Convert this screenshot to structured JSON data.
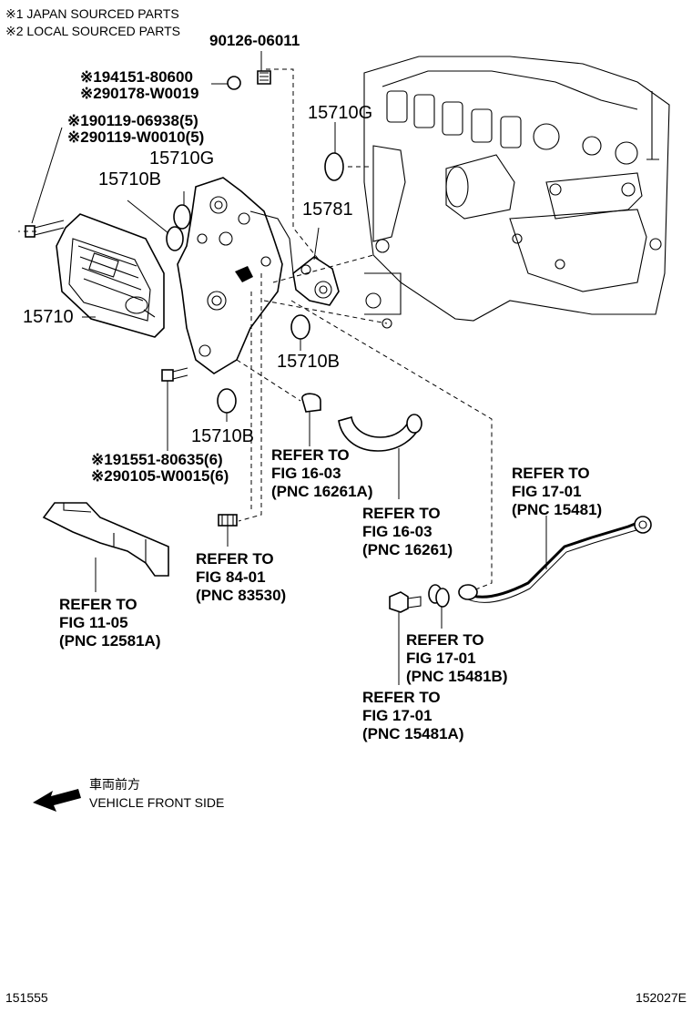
{
  "notes": {
    "note1": "※1 JAPAN SOURCED PARTS",
    "note2": "※2 LOCAL SOURCED PARTS"
  },
  "parts": {
    "stud": "90126-06011",
    "nut_jp": "※194151-80600",
    "nut_local": "※290178-W0019",
    "bolt_jp": "※190119-06938(5)",
    "bolt_local": "※290119-W0010(5)",
    "gasket_g_top": "15710G",
    "gasket_g_mid": "15710G",
    "gasket_b_upper": "15710B",
    "gasket_b_right": "15710B",
    "gasket_b_lower": "15710B",
    "pipe_15781": "15781",
    "cooler_15710": "15710",
    "bolt2_jp": "※191551-80635(6)",
    "bolt2_local": "※290105-W0015(6)"
  },
  "refs": {
    "ref_16261a": [
      "REFER TO",
      "FIG 16-03",
      "(PNC 16261A)"
    ],
    "ref_16261": [
      "REFER TO",
      "FIG 16-03",
      "(PNC 16261)"
    ],
    "ref_15481": [
      "REFER TO",
      "FIG 17-01",
      "(PNC 15481)"
    ],
    "ref_83530": [
      "REFER TO",
      "FIG 84-01",
      "(PNC 83530)"
    ],
    "ref_12581a": [
      "REFER TO",
      "FIG 11-05",
      "(PNC 12581A)"
    ],
    "ref_15481b": [
      "REFER TO",
      "FIG 17-01",
      "(PNC 15481B)"
    ],
    "ref_15481a": [
      "REFER TO",
      "FIG 17-01",
      "(PNC 15481A)"
    ]
  },
  "direction": {
    "jp": "車両前方",
    "en": "VEHICLE FRONT SIDE",
    "icon": "left-arrow-icon"
  },
  "footer": {
    "left": "151555",
    "right": "152027E"
  }
}
